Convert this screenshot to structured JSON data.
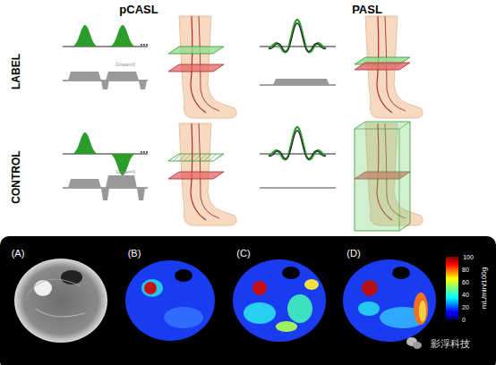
{
  "diagram": {
    "labels": [
      "pCASL",
      "PASL",
      "LABEL",
      "Gmean≠0",
      "CONTROL",
      "Gmean=0",
      "(A)",
      "(B)",
      "(C)",
      "(D)",
      "100",
      "80",
      "60",
      "40",
      "20",
      "0",
      "mL/min/100g",
      "影浮科技"
    ]
  }
}
